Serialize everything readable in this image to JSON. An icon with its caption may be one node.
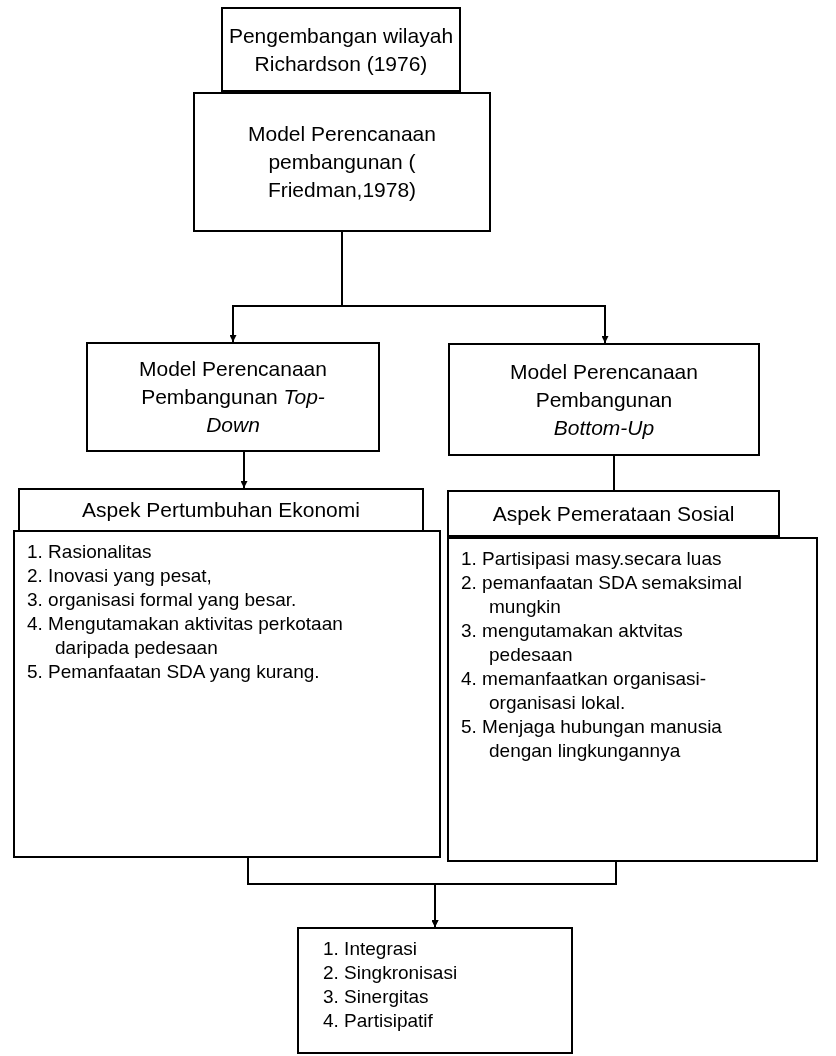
{
  "diagram": {
    "nodes": [
      {
        "text": [
          "Pengembangan  wilayah Richardson (1976)"
        ]
      },
      {
        "text": [
          "Model  Perencanaan pembangunan (  Friedman,1978)"
        ]
      },
      {
        "text": [
          "Model Perencanaan Pembangunan *Top-Down*"
        ]
      },
      {
        "text": [
          "Model Perencanaan Pembangunan *Bottom-Up*"
        ]
      },
      {
        "text": [
          "Aspek Pertumbuhan Ekonomi"
        ]
      },
      {
        "text": [
          "Aspek Pemerataan Sosial"
        ]
      },
      {
        "text": [
          "1. Rasionalitas",
          "2. Inovasi yang pesat,",
          "3. organisasi formal yang besar.",
          "4. Mengutamakan aktivitas perkotaan daripada pedesaan",
          "5. Pemanfaatan SDA yang kurang."
        ]
      },
      {
        "text": [
          "1. Partisipasi masy.secara luas",
          "2. pemanfaatan SDA semaksimal mungkin",
          "3. mengutamakan aktvitas pedesaan",
          "4. memanfaatkan organisasi-organisasi lokal.",
          "5. Menjaga hubungan manusia dengan lingkungannya"
        ]
      },
      {
        "text": [
          "1. Integrasi",
          "2. Singkronisasi",
          "3. Sinergitas",
          "4. Partisipatif"
        ]
      }
    ],
    "edges": [
      {
        "from": 1,
        "to": 2,
        "arrow": "to"
      },
      {
        "from": 1,
        "to": 3,
        "arrow": "to"
      },
      {
        "from": 2,
        "to": 4,
        "arrow": "to"
      },
      {
        "from": 3,
        "to": 5,
        "arrow": "none"
      },
      {
        "from": 6,
        "to": 8,
        "arrow": "to"
      },
      {
        "from": 7,
        "to": 8,
        "arrow": "to"
      }
    ]
  }
}
